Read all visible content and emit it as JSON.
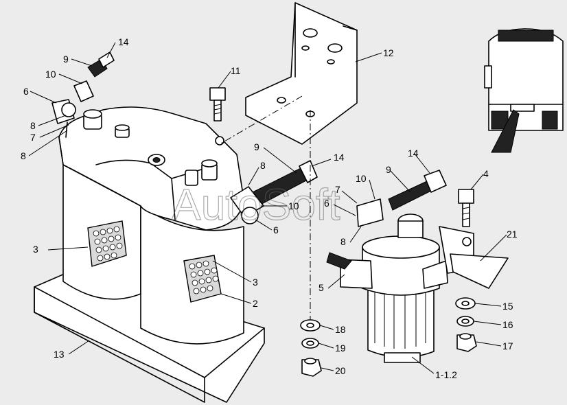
{
  "watermark": "AutoSoft",
  "callouts": {
    "c14a": "14",
    "c9a": "9",
    "c10a": "10",
    "c6a": "6",
    "c8a": "8",
    "c7a": "7",
    "c8b": "8",
    "c11": "11",
    "c12": "12",
    "c3a": "3",
    "c3b": "3",
    "c2": "2",
    "c13": "13",
    "c9b": "9",
    "c8c": "8",
    "c10b": "10",
    "c6b": "6",
    "c14b": "14",
    "c14c": "14",
    "c9c": "9",
    "c7b": "7",
    "c10c": "10",
    "c6c": "6",
    "c8d": "8",
    "c4": "4",
    "c21": "21",
    "c5": "5",
    "c15": "15",
    "c16": "16",
    "c17": "17",
    "c18": "18",
    "c19": "19",
    "c20": "20",
    "c1": "1-1.2"
  }
}
